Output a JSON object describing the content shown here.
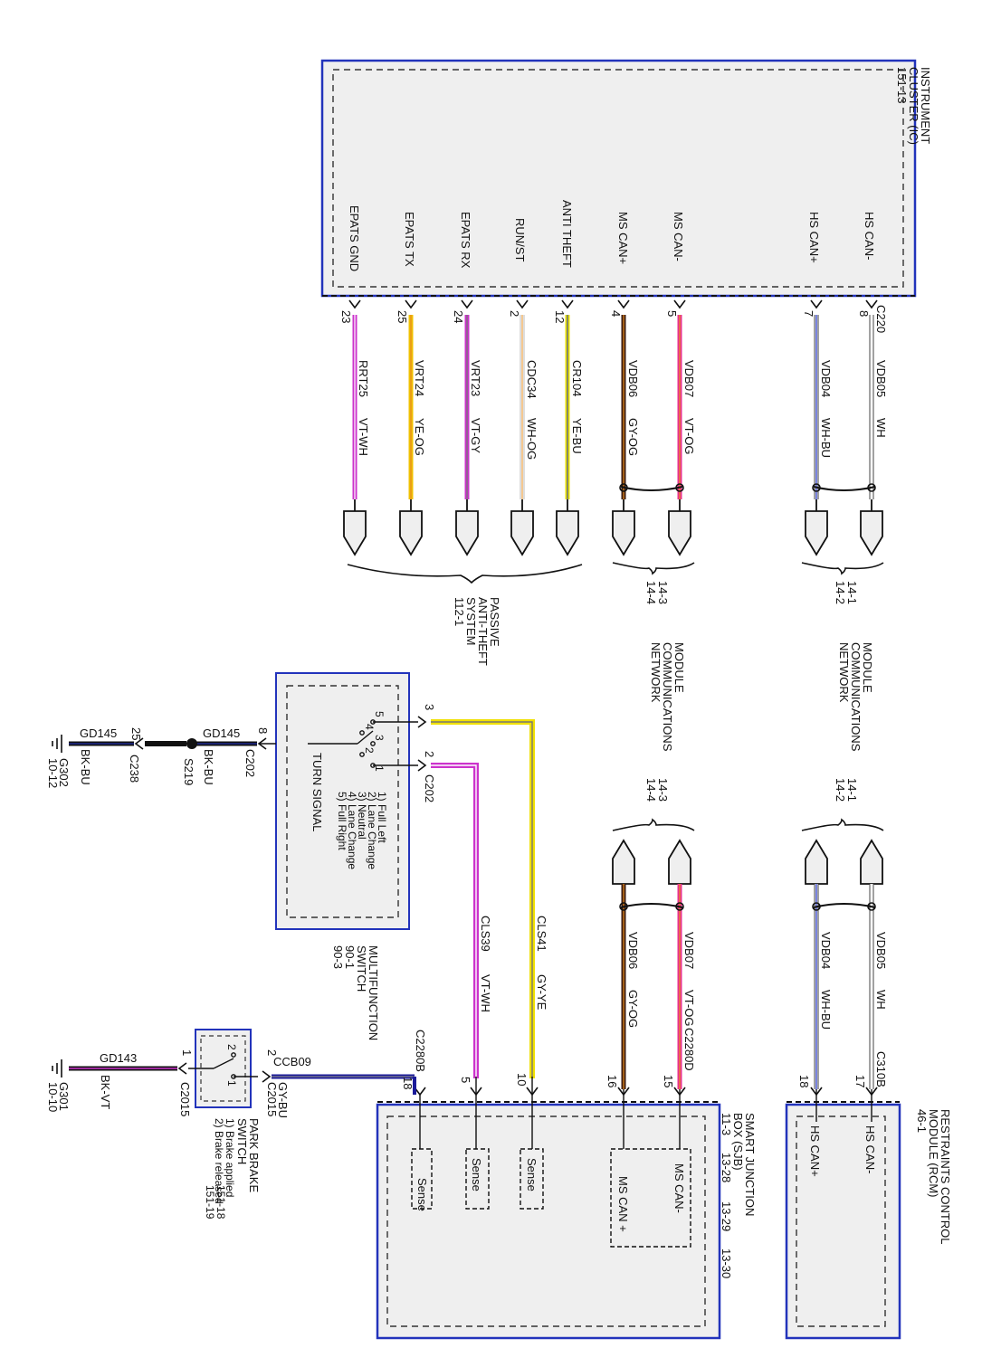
{
  "colors": {
    "module_border": "#2233bb",
    "module_fill": "#efefef",
    "vt": "#cc33cc",
    "ye": "#f0c000",
    "og": "#e89020",
    "wh": "#ffffff",
    "gy": "#888888",
    "bu": "#2233cc",
    "bk": "#111111",
    "pk": "#e83090"
  },
  "instrument_cluster": {
    "title": [
      "INSTRUMENT",
      "CLUSTER (IC)",
      "151-13"
    ],
    "connector": "C220",
    "pins": [
      {
        "label": "EPATS GND",
        "pin": "23",
        "circuit": "RRT25",
        "color": "VT-WH"
      },
      {
        "label": "EPATS TX",
        "pin": "25",
        "circuit": "VRT24",
        "color": "YE-OG"
      },
      {
        "label": "EPATS RX",
        "pin": "24",
        "circuit": "VRT23",
        "color": "VT-GY"
      },
      {
        "label": "RUN/ST",
        "pin": "2",
        "circuit": "CDC34",
        "color": "WH-OG"
      },
      {
        "label": "ANTI THEFT",
        "pin": "12",
        "circuit": "CR104",
        "color": "YE-BU"
      },
      {
        "label": "MS CAN+",
        "pin": "4",
        "circuit": "VDB06",
        "color": "GY-OG"
      },
      {
        "label": "MS CAN-",
        "pin": "5",
        "circuit": "VDB07",
        "color": "VT-OG"
      },
      {
        "label": "HS CAN+",
        "pin": "7",
        "circuit": "VDB04",
        "color": "WH-BU"
      },
      {
        "label": "HS CAN-",
        "pin": "8",
        "circuit": "VDB05",
        "color": "WH"
      }
    ]
  },
  "pats_ref": [
    "PASSIVE",
    "ANTI-THEFT",
    "SYSTEM",
    "112-1"
  ],
  "mcn_ref": [
    "MODULE",
    "COMMUNICATIONS",
    "NETWORK"
  ],
  "ms_page_refs": [
    "14-3",
    "14-4"
  ],
  "hs_page_refs": [
    "14-1",
    "14-2"
  ],
  "multifunction_switch": {
    "title": [
      "MULTIFUNCTION",
      "SWITCH",
      "90-1",
      "90-3"
    ],
    "inner_label": "TURN SIGNAL",
    "positions": [
      "1) Full Left",
      "2) Lane Change",
      "3) Neutral",
      "4) Lane Change",
      "5) Full Right"
    ],
    "switch_numbers": [
      "5",
      "4",
      "3",
      "2",
      "1"
    ],
    "pin_top": "3",
    "pin_bottom": "2",
    "pin_ground": "8",
    "connector": "C202",
    "wire_top": {
      "circuit": "CLS41",
      "color": "GY-YE"
    },
    "wire_bottom": {
      "circuit": "CLS39",
      "color": "VT-WH"
    },
    "ground_wire_1": {
      "circuit": "GD145",
      "color": "BK-BU"
    },
    "ground_wire_2": {
      "circuit": "GD145",
      "color": "BK-BU"
    },
    "splice": "S219",
    "ground_connector": "C238",
    "ground_pin": "25",
    "ground": [
      "G302",
      "10-12"
    ]
  },
  "sjb_ms_wires": [
    {
      "circuit": "VDB07",
      "color": "VT-OG"
    },
    {
      "circuit": "VDB06",
      "color": "GY-OG"
    }
  ],
  "rcm_wires": [
    {
      "circuit": "VDB05",
      "color": "WH"
    },
    {
      "circuit": "VDB04",
      "color": "WH-BU"
    }
  ],
  "park_brake": {
    "title": [
      "PARK BRAKE",
      "SWITCH"
    ],
    "positions": [
      "1) Brake applied",
      "2) Brake released"
    ],
    "refs": [
      "151-18",
      "151-19"
    ],
    "pin_1": "1",
    "pin_2": "2",
    "contact_1": "1",
    "contact_2": "2",
    "connector_a": "C2015",
    "connector_b": "C2015",
    "wire_out": {
      "circuit": "CCB09",
      "color": "GY-BU"
    },
    "wire_gnd": {
      "circuit": "GD143",
      "color": "BK-VT"
    },
    "ground": [
      "G301",
      "10-10"
    ]
  },
  "sjb": {
    "title": [
      "SMART JUNCTION",
      "BOX (SJB)"
    ],
    "refs": [
      "11-3",
      "13-28",
      "13-29",
      "13-30"
    ],
    "connector_left": "C2280B",
    "connector_right": "C2280D",
    "pins": [
      "18",
      "5",
      "10",
      "16",
      "15"
    ],
    "inner": [
      "Sense",
      "Sense",
      "Sense",
      "MS CAN +",
      "MS CAN-"
    ]
  },
  "rcm": {
    "title": [
      "RESTRAINTS CONTROL",
      "MODULE (RCM)",
      "46-1"
    ],
    "connector": "C310B",
    "pins": [
      "18",
      "17"
    ],
    "inner": [
      "HS CAN+",
      "HS CAN-"
    ]
  }
}
